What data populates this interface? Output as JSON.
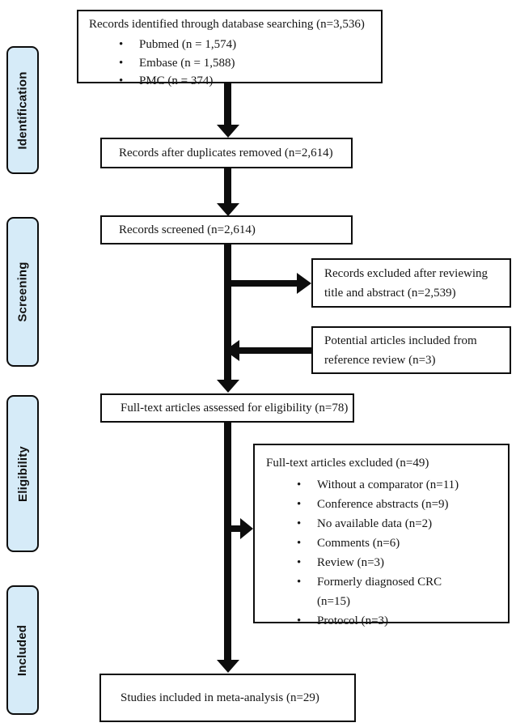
{
  "figure": {
    "type": "prisma-flow-diagram",
    "stages": [
      {
        "label": "Identification"
      },
      {
        "label": "Screening"
      },
      {
        "label": "Eligibility"
      },
      {
        "label": "Included"
      }
    ],
    "identified": {
      "title": "Records identified through database searching (n=3,536)",
      "items": [
        "Pubmed (n = 1,574)",
        "Embase (n = 1,588)",
        "PMC (n = 374)"
      ]
    },
    "duplicates_removed": {
      "label": "Records after duplicates removed (n=2,614)"
    },
    "screened": {
      "label": "Records screened (n=2,614)"
    },
    "excluded_title_abstract": {
      "label": "Records excluded after reviewing title and abstract (n=2,539)"
    },
    "reference_review": {
      "label": "Potential articles included from reference review (n=3)"
    },
    "fulltext_assessed": {
      "label": "Full-text articles assessed for eligibility (n=78)"
    },
    "fulltext_excluded": {
      "title": "Full-text articles excluded (n=49)",
      "items": [
        "Without a comparator (n=11)",
        "Conference abstracts (n=9)",
        "No available data (n=2)",
        "Comments (n=6)",
        "Review (n=3)",
        "Formerly diagnosed CRC (n=15)",
        "Protocol (n=3)"
      ]
    },
    "included_meta": {
      "label": "Studies included in meta-analysis (n=29)"
    }
  },
  "colors": {
    "stage_fill": "#d6ebf8",
    "line": "#0d0d0d",
    "box_fill": "#ffffff"
  }
}
